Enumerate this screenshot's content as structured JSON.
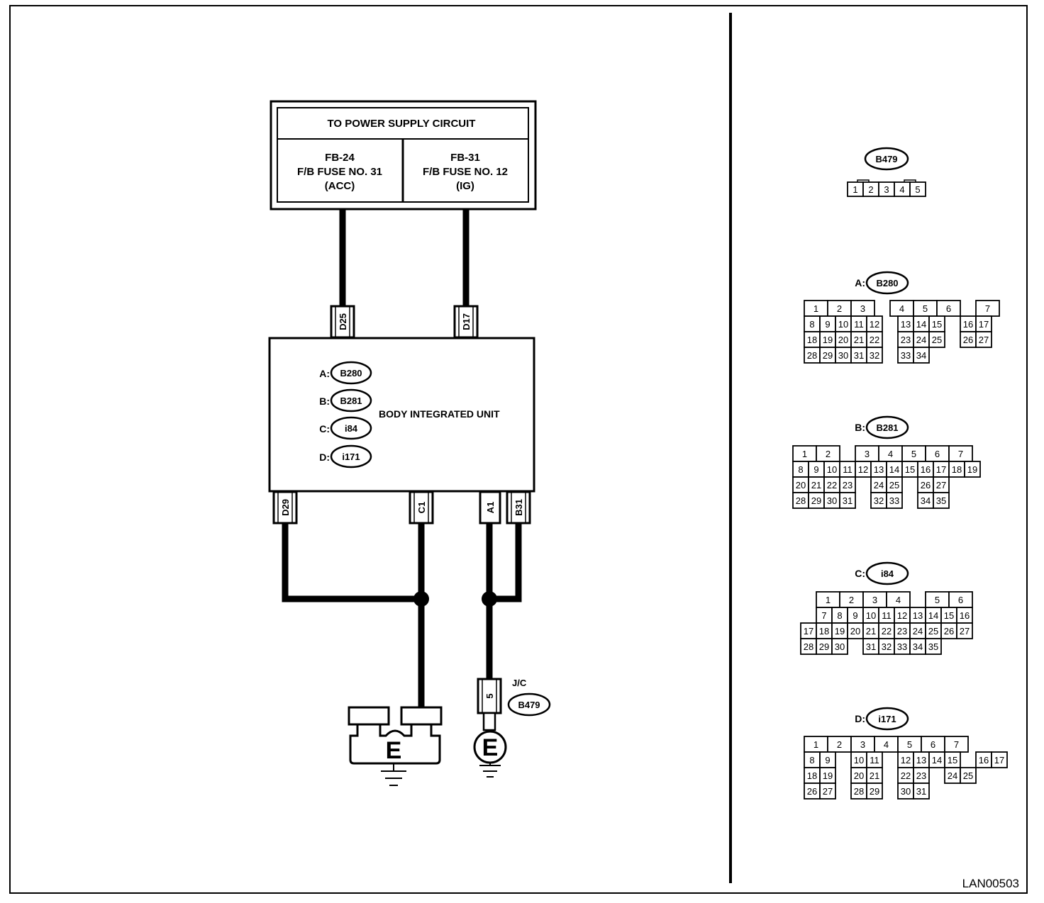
{
  "power_box": {
    "title": "TO POWER SUPPLY CIRCUIT",
    "left": [
      "FB-24",
      "F/B FUSE NO. 31",
      "(ACC)"
    ],
    "right": [
      "FB-31",
      "F/B FUSE NO. 12",
      "(IG)"
    ]
  },
  "unit": {
    "name": "BODY INTEGRATED UNIT",
    "connectors": [
      {
        "prefix": "A:",
        "code": "B280"
      },
      {
        "prefix": "B:",
        "code": "B281"
      },
      {
        "prefix": "C:",
        "code": "i84"
      },
      {
        "prefix": "D:",
        "code": "i171"
      }
    ]
  },
  "terminals": {
    "d25": "D25",
    "d17": "D17",
    "d29": "D29",
    "c1": "C1",
    "a1": "A1",
    "b31": "B31",
    "jc_pin": "5"
  },
  "junction": {
    "label": "J/C",
    "code": "B479"
  },
  "grounds": {
    "left": "E",
    "right": "E"
  },
  "connector_views": {
    "b479": {
      "code": "B479",
      "rows": [
        [
          "1",
          "2",
          "3",
          "4",
          "5"
        ]
      ]
    },
    "a": {
      "prefix": "A:",
      "code": "B280",
      "rows": [
        [
          "1",
          "2",
          "3",
          "",
          "4",
          "5",
          "6",
          "",
          "7"
        ],
        [
          "8",
          "9",
          "10",
          "11",
          "12",
          "",
          "13",
          "14",
          "15",
          "",
          "16",
          "17"
        ],
        [
          "18",
          "19",
          "20",
          "21",
          "22",
          "",
          "23",
          "24",
          "25",
          "",
          "26",
          "27"
        ],
        [
          "28",
          "29",
          "30",
          "31",
          "32",
          "",
          "33",
          "34"
        ]
      ]
    },
    "b": {
      "prefix": "B:",
      "code": "B281",
      "rows": [
        [
          "1",
          "2",
          "",
          "3",
          "4",
          "5",
          "6",
          "7"
        ],
        [
          "8",
          "9",
          "10",
          "11",
          "12",
          "13",
          "14",
          "15",
          "16",
          "17",
          "18",
          "19"
        ],
        [
          "20",
          "21",
          "22",
          "23",
          "",
          "24",
          "25",
          "",
          "26",
          "27"
        ],
        [
          "28",
          "29",
          "30",
          "31",
          "",
          "32",
          "33",
          "",
          "34",
          "35"
        ]
      ]
    },
    "c": {
      "prefix": "C:",
      "code": "i84",
      "rows": [
        [
          "1",
          "2",
          "3",
          "4",
          "",
          "5",
          "6"
        ],
        [
          "7",
          "8",
          "9",
          "10",
          "11",
          "12",
          "13",
          "14",
          "15",
          "16"
        ],
        [
          "17",
          "18",
          "19",
          "20",
          "21",
          "22",
          "23",
          "24",
          "25",
          "26",
          "27"
        ],
        [
          "28",
          "29",
          "30",
          "",
          "31",
          "32",
          "33",
          "34",
          "35"
        ]
      ]
    },
    "d": {
      "prefix": "D:",
      "code": "i171",
      "rows": [
        [
          "1",
          "2",
          "3",
          "4",
          "5",
          "6",
          "7"
        ],
        [
          "8",
          "9",
          "",
          "10",
          "11",
          "",
          "12",
          "13",
          "14",
          "15",
          "",
          "16",
          "17"
        ],
        [
          "18",
          "19",
          "",
          "20",
          "21",
          "",
          "22",
          "23",
          "",
          "24",
          "25"
        ],
        [
          "26",
          "27",
          "",
          "28",
          "29",
          "",
          "30",
          "31"
        ]
      ]
    }
  },
  "figure_id": "LAN00503"
}
